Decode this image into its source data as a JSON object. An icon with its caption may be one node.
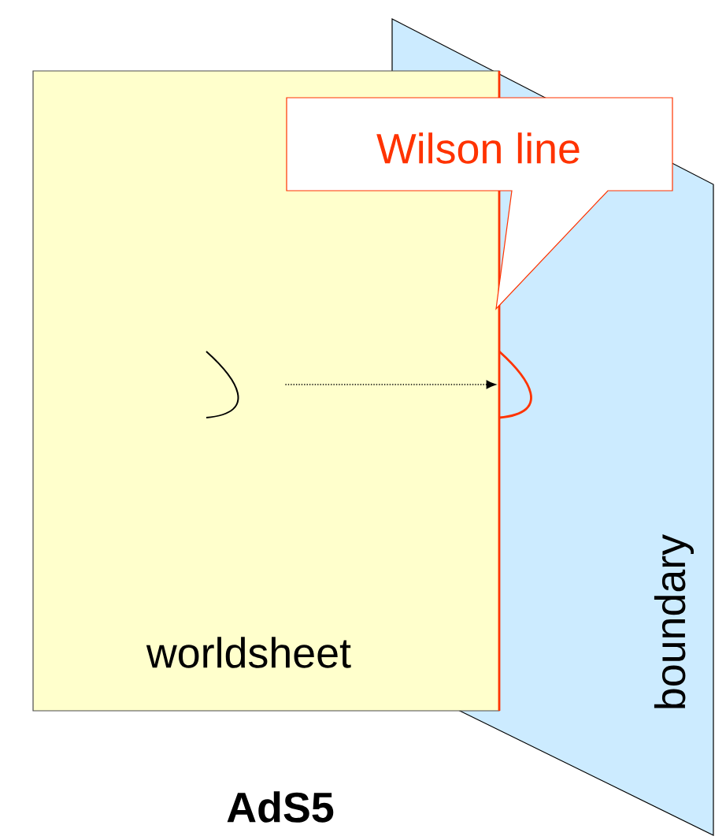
{
  "diagram": {
    "nodes": [
      {
        "text": [
          "worldsheet"
        ]
      },
      {
        "text": [
          "boundary"
        ]
      },
      {
        "text": [
          "Wilson line"
        ]
      },
      {
        "text": [],
        "shape": "curve",
        "in": 0
      },
      {
        "text": [],
        "shape": "curve",
        "in": 1
      }
    ],
    "edges": [
      {
        "from": 3,
        "to": 4,
        "arrow": "to",
        "style": "dashed"
      }
    ],
    "labels": [
      "AdS5"
    ]
  }
}
